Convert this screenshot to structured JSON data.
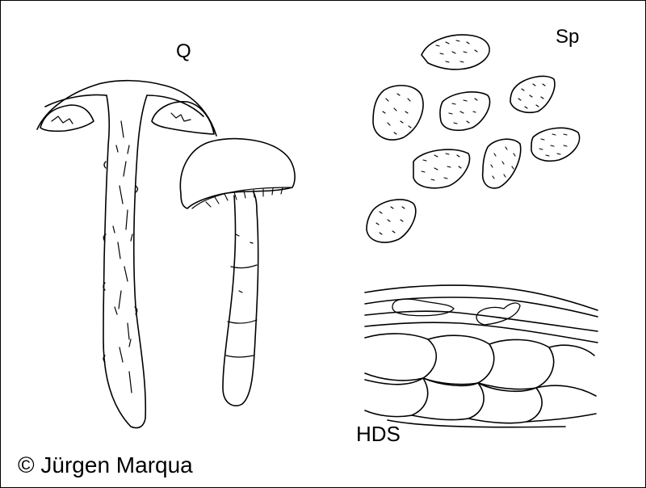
{
  "labels": {
    "fruitbody_section": "Q",
    "spores": "Sp",
    "cuticle": "HDS",
    "copyright": "© Jürgen Marqua"
  },
  "colors": {
    "ink": "#000000",
    "background": "#ffffff"
  }
}
